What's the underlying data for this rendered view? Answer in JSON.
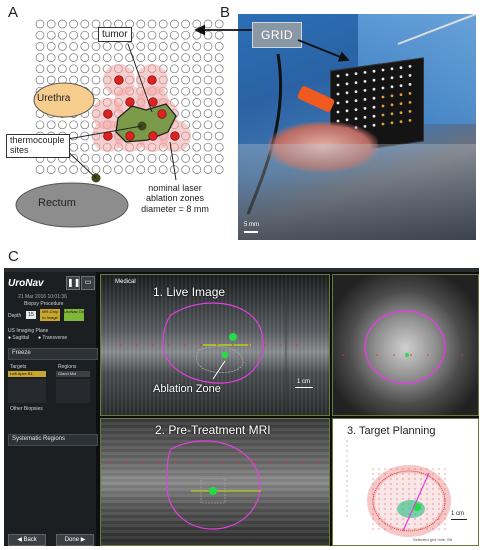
{
  "panel_a": {
    "letter": "A",
    "labels": {
      "tumor": "tumor",
      "urethra": "Urethra",
      "thermocouple": "thermocouple\nsites",
      "rectum": "Rectum",
      "ablation": "nominal laser\nablation zones\ndiameter = 8 mm"
    },
    "colors": {
      "urethra_fill": "#f6cd8c",
      "rectum_fill": "#8d8d8d",
      "tumor_fill": "#7a9a4a",
      "zone_fill": "#f2a7a7",
      "dot_red": "#dd2222",
      "thermo": "#3a4a1a"
    }
  },
  "panel_b": {
    "letter": "B",
    "labels": {
      "grid": "GRID",
      "scale": "5 mm"
    }
  },
  "panel_c": {
    "letter": "C",
    "logo": "UroNav",
    "side": {
      "date": "21 Mar 2016 10:01:36",
      "procedure": "Biopsy Procedure",
      "depth_label": "Depth",
      "depth_value": "15",
      "btn_a": "MR-Only to Image",
      "btn_b": "UroNav On",
      "imaging_plane": "US Imaging Plane",
      "plane_sagittal": "Sagittal",
      "plane_transverse": "Transverse",
      "freeze": "Freeze",
      "targets": "Targets",
      "regions": "Regions",
      "target_item": "Left Apex B1",
      "region_item": "Gland Mid",
      "other_biopsies": "Other Biopsies",
      "systematic": "Systematic Regions",
      "back": "Back",
      "done": "Done"
    },
    "views": {
      "live": "1. Live Image",
      "live_header": "Medical",
      "ablation": "Ablation Zone",
      "scale": "1 cm",
      "mri": "2. Pre-Treatment MRI",
      "planning": "3. Target Planning",
      "planning_footer": "Selected grid hole: B6"
    },
    "colors": {
      "contour": "#e040e0",
      "target": "#22dd44",
      "accent": "#c8e000",
      "grid_red": "#dd2222"
    }
  }
}
